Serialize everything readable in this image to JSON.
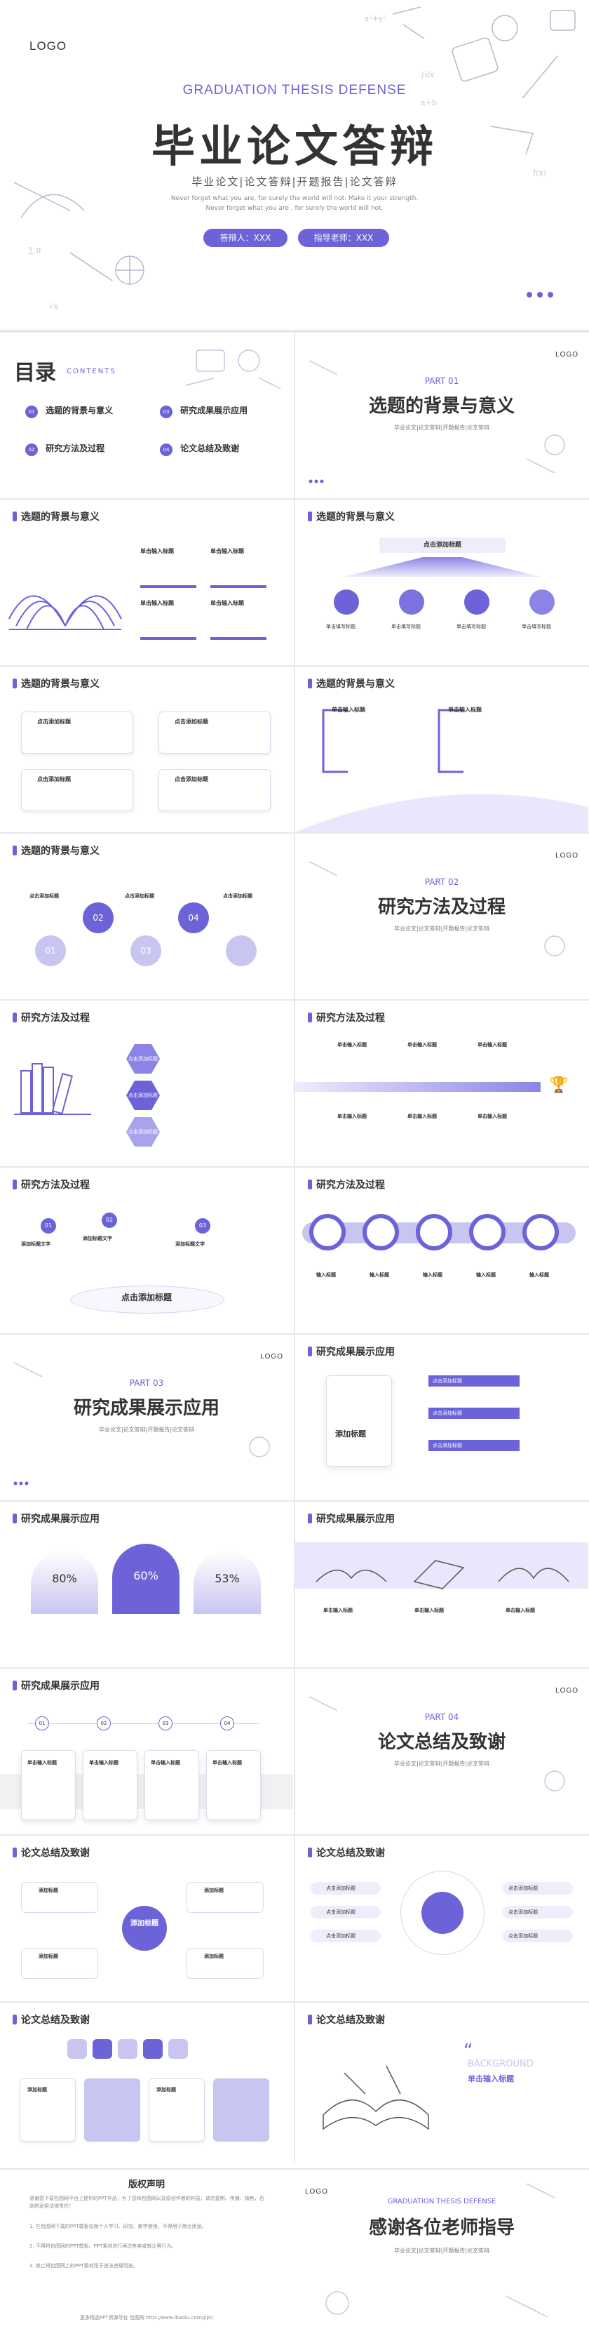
{
  "hero": {
    "logo": "LOGO",
    "subtitle_en": "GRADUATION THESIS DEFENSE",
    "title": "毕业论文答辩",
    "tagline": "毕业论文|论文答辩|开题报告|论文答辩",
    "desc1": "Never forget what you are, for surely the world will not. Make it your strength.",
    "desc2": "Never forget what you are , for surely the world will not.",
    "speaker": "答辩人：XXX",
    "advisor": "指导老师：XXX"
  },
  "toc": {
    "title": "目录",
    "title_en": "CONTENTS",
    "items": [
      {
        "num": "01",
        "label": "选题的背景与意义"
      },
      {
        "num": "02",
        "label": "研究方法及过程"
      },
      {
        "num": "03",
        "label": "研究成果展示应用"
      },
      {
        "num": "04",
        "label": "论文总结及致谢"
      }
    ]
  },
  "parts": {
    "p1": {
      "tag": "PART 01",
      "title": "选题的背景与意义"
    },
    "p2": {
      "tag": "PART 02",
      "title": "研究方法及过程"
    },
    "p3": {
      "tag": "PART 03",
      "title": "研究成果展示应用"
    },
    "p4": {
      "tag": "PART 04",
      "title": "论文总结及致谢"
    },
    "subline": "毕业论文|论文答辩|开题报告|论文答辩",
    "logo": "LOGO"
  },
  "section_titles": {
    "s1": "选题的背景与意义",
    "s2": "研究方法及过程",
    "s3": "研究成果展示应用",
    "s4": "论文总结及致谢"
  },
  "labels": {
    "click_title": "点击添加标题",
    "add_title": "添加标题",
    "input_title": "单击输入标题",
    "fill_title": "单击填写标题",
    "enter_title": "单击输入标题",
    "add_text": "添加标题文字",
    "input": "输入标题",
    "background_en": "BACKGROUND"
  },
  "stats": {
    "a": "80%",
    "b": "60%",
    "c": "53%"
  },
  "steps": {
    "s1": "01",
    "s2": "02",
    "s3": "03",
    "s4": "04"
  },
  "copyright": {
    "title": "版权声明",
    "line1": "感谢您下载包图网平台上提供的PPT作品，为了您和包图网以及原创作者的利益，请勿复制、传播、销售，否则将承担法律责任！",
    "line2": "1. 在包图网下载的PPT模板仅限个人学习、研究、教学使用，不得用于商业用途。",
    "line3": "2. 不得将包图网的PPT模板、PPT素材进行再次售卖或转让等行为。",
    "line4": "3. 禁止将包图网上的PPT素材用于违法违规用途。",
    "link": "更多精品PPT资源尽在 包图网 http://www.ibaotu.com/ppt/"
  },
  "thanks": {
    "logo": "LOGO",
    "subtitle_en": "GRADUATION THESIS DEFENSE",
    "title": "感谢各位老师指导",
    "tagline": "毕业论文|论文答辩|开题报告|论文答辩"
  },
  "colors": {
    "accent": "#6c63d8",
    "accent_light": "#e9e7fb",
    "text": "#333333",
    "muted": "#888888"
  }
}
